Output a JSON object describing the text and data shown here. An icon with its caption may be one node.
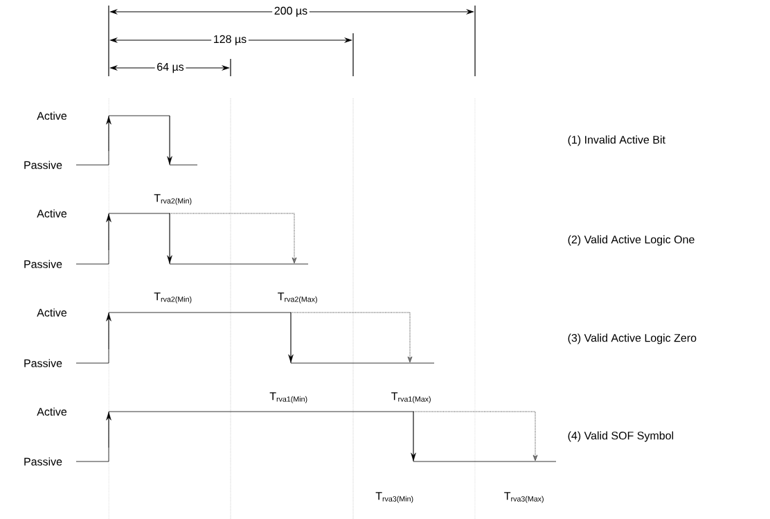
{
  "diagram": {
    "labels": [
      "200 µs",
      "128 µs",
      "64 µs",
      "Active",
      "(1) Invalid Active Bit",
      "Passive",
      "T$_{rva2(Min)}$",
      "Active",
      "(2) Valid Active Logic One",
      "Passive",
      "T$_{rva2(Min)}$",
      "T$_{rva2(Max)}$",
      "Active",
      "(3) Valid Active Logic Zero",
      "Passive",
      "T$_{rva1(Min)}$",
      "T$_{rva1(Max)}$",
      "Active",
      "(4) Valid SOF Symbol",
      "Passive",
      "T$_{rva3(Min)}$",
      "T$_{rva3(Max)}$"
    ]
  }
}
